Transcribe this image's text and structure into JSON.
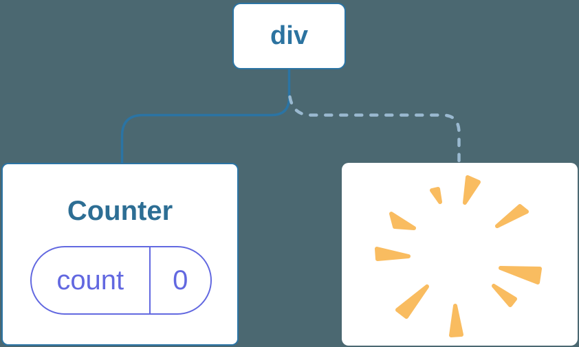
{
  "diagram": {
    "root": {
      "label": "div"
    },
    "counter": {
      "title": "Counter",
      "state": {
        "name": "count",
        "value": "0"
      }
    },
    "removed": {
      "icon": "poof-icon"
    }
  },
  "colors": {
    "background": "#4B6871",
    "box_border": "#2B74A4",
    "root_label": "#2C73A0",
    "counter_title": "#2D6E94",
    "state_purple": "#6268E0",
    "solid_connector": "#2B74A4",
    "dashed_connector": "#9AB9D0",
    "poof_orange": "#F9BC60"
  }
}
